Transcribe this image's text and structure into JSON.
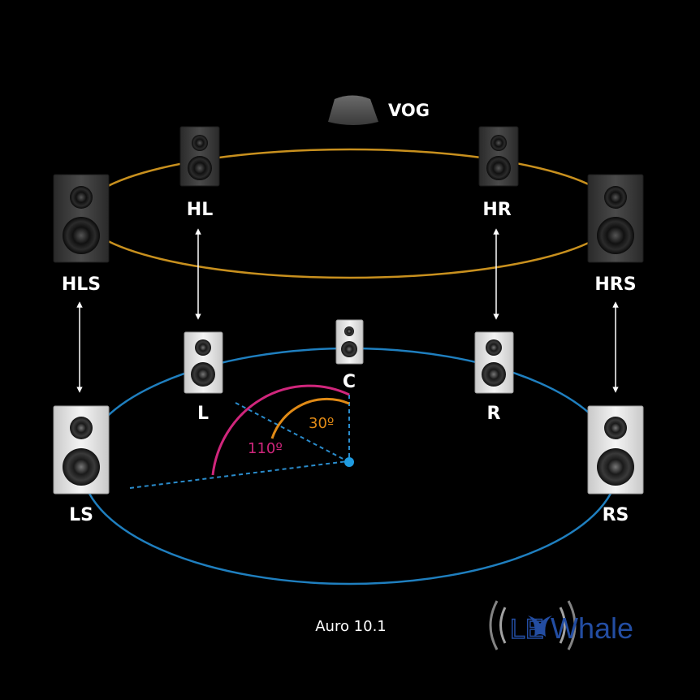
{
  "colors": {
    "background": "#000000",
    "height_ring": "#c8901e",
    "base_ring": "#1f7fbf",
    "angle_30": "#e08a16",
    "angle_110": "#d0267c",
    "listener": "#1f9be0",
    "watermark": "#2a5bbf"
  },
  "overhead": {
    "label": "VOG"
  },
  "height_layer": {
    "left": "HL",
    "right": "HR",
    "left_surround": "HLS",
    "right_surround": "HRS"
  },
  "base_layer": {
    "center": "C",
    "left": "L",
    "right": "R",
    "left_surround": "LS",
    "right_surround": "RS"
  },
  "angles": {
    "front": "30º",
    "surround": "110º"
  },
  "caption": "Auro 10.1",
  "watermark": {
    "prefix": "LE",
    "suffix": "Whale",
    "icon": "whale-tail-icon"
  }
}
